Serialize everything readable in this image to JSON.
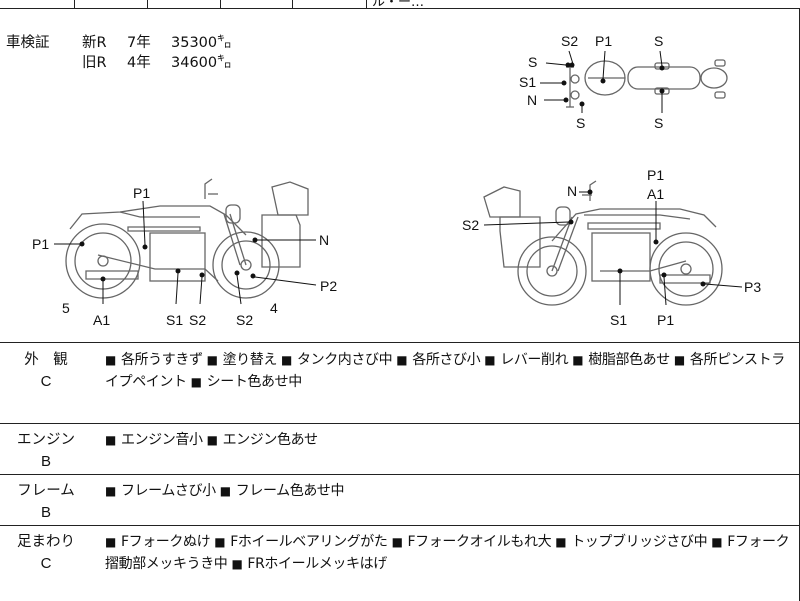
{
  "header_fragment": "ル・ー…",
  "shaken": {
    "label": "車検証",
    "records": [
      {
        "era": "新R",
        "year": "7年",
        "km": "35300㌔"
      },
      {
        "era": "旧R",
        "year": "4年",
        "km": "34600㌔"
      }
    ]
  },
  "diagram_labels": {
    "top_view": {
      "s_ul": "S",
      "s2": "S2",
      "p1": "P1",
      "s_ur": "S",
      "s1": "S1",
      "n": "N",
      "s_bl": "S",
      "s_br": "S"
    },
    "left_view": {
      "p1_top": "P1",
      "p1_left": "P1",
      "n": "N",
      "p2": "P2",
      "num5": "5",
      "a1": "A1",
      "s1": "S1",
      "s2a": "S2",
      "s2b": "S2",
      "num4": "4"
    },
    "right_view": {
      "p1": "P1",
      "a1": "A1",
      "n": "N",
      "s2": "S2",
      "p3": "P3",
      "s1": "S1",
      "p1b": "P1"
    }
  },
  "sections": [
    {
      "name": "外　観",
      "grade": "C",
      "items": [
        "各所うすきず",
        "塗り替え",
        "タンク内さび中",
        "各所さび小",
        "レバー削れ",
        "樹脂部色あせ",
        "各所ピンストライプペイント",
        "シート色あせ中"
      ]
    },
    {
      "name": "エンジン",
      "grade": "B",
      "items": [
        "エンジン音小",
        "エンジン色あせ"
      ]
    },
    {
      "name": "フレーム",
      "grade": "B",
      "items": [
        "フレームさび小",
        "フレーム色あせ中"
      ]
    },
    {
      "name": "足まわり",
      "grade": "C",
      "items": [
        "Fフォークぬけ",
        "Fホイールベアリングがた",
        "Fフォークオイルもれ大",
        "トップブリッジさび中",
        "Fフォーク摺動部メッキうき中",
        "FRホイールメッキはげ"
      ]
    }
  ],
  "bullet": "■",
  "icons": {
    "top": "motorcycle-top-view-icon",
    "left": "motorcycle-left-side-icon",
    "right": "motorcycle-right-side-icon"
  }
}
